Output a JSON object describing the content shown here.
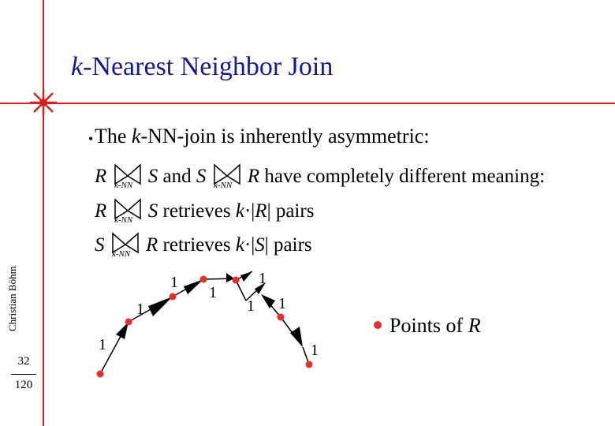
{
  "slide": {
    "title": "k-Nearest Neighbor Join",
    "title_k": "k",
    "title_rest": "-Nearest Neighbor Join",
    "author": "Christian Böhm",
    "page_number": "32",
    "page_total": "120"
  },
  "content": {
    "bullet_pre": "The ",
    "bullet_k": "k",
    "bullet_post": "-NN-join is inherently asymmetric:",
    "line1": {
      "left": "R",
      "mid_connector": "S",
      "and": "and",
      "mid2": "S",
      "right": "R",
      "tail": "have completely different meaning:"
    },
    "line2": {
      "left": "R",
      "right": "S",
      "tail_pre": "retrieves ",
      "k": "k",
      "tail_mid": "·|",
      "set": "R",
      "tail_post": "| pairs"
    },
    "line3": {
      "left": "S",
      "right": "R",
      "tail_pre": "retrieves ",
      "k": "k",
      "tail_mid": "·|",
      "set": "S",
      "tail_post": "| pairs"
    },
    "join_subscript": "k-NN",
    "legend_text": "Points of ",
    "legend_set": "R"
  },
  "colors": {
    "accent_line": "#d42020",
    "title": "#1a1a8c",
    "point": "#e03030"
  }
}
